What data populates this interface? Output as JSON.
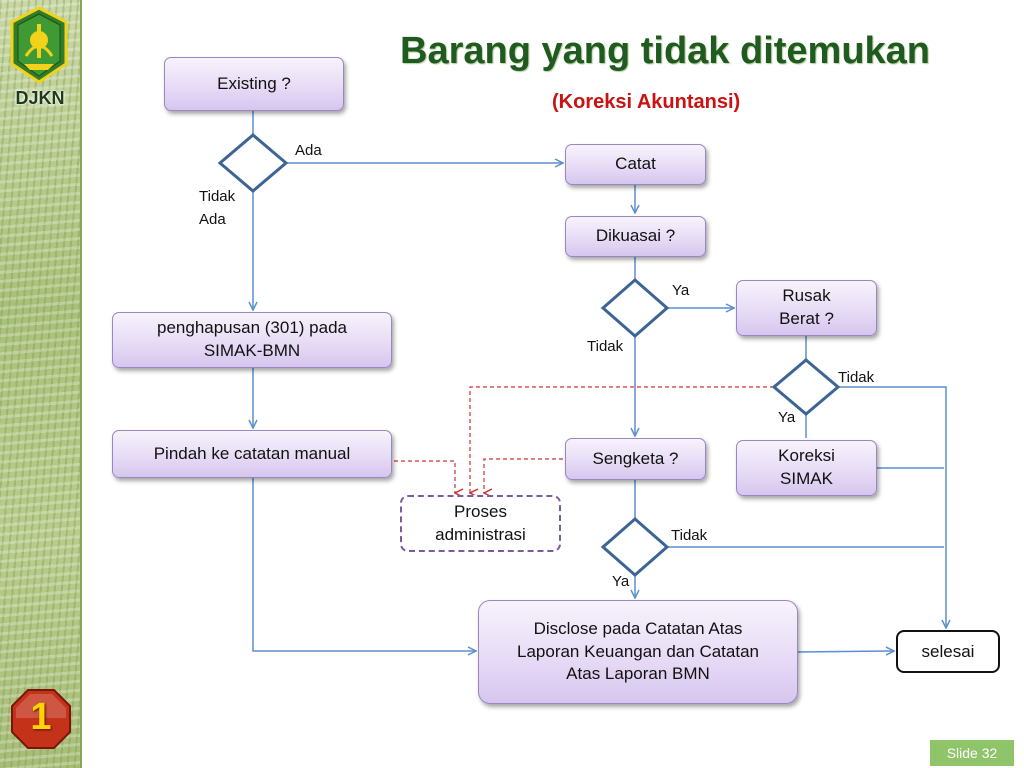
{
  "sidebar": {
    "org_label": "DJKN",
    "badge_number": "1"
  },
  "header": {
    "title": "Barang yang tidak ditemukan",
    "subtitle": "(Koreksi Akuntansi)"
  },
  "nodes": {
    "existing": "Existing ?",
    "catat": "Catat",
    "dikuasai": "Dikuasai ?",
    "rusak_line1": "Rusak",
    "rusak_line2": "Berat ?",
    "penghapusan_line1": "penghapusan (301) pada",
    "penghapusan_line2": "SIMAK-BMN",
    "pindah": "Pindah ke catatan manual",
    "sengketa": "Sengketa ?",
    "koreksi_line1": "Koreksi",
    "koreksi_line2": "SIMAK",
    "proses_line1": "Proses",
    "proses_line2": "administrasi",
    "disclose_line1": "Disclose pada Catatan Atas",
    "disclose_line2": "Laporan Keuangan dan Catatan",
    "disclose_line3": "Atas Laporan BMN",
    "selesai": "selesai"
  },
  "edge_labels": {
    "ada": "Ada",
    "tidak_ada_line1": "Tidak",
    "tidak_ada_line2": "Ada",
    "ya_dikuasai": "Ya",
    "tidak_dikuasai": "Tidak",
    "tidak_rusak": "Tidak",
    "ya_rusak": "Ya",
    "tidak_sengketa": "Tidak",
    "ya_sengketa": "Ya"
  },
  "footer": {
    "slide_label": "Slide 32"
  },
  "colors": {
    "connector": "#5b8fd0",
    "dashed_connector": "#d03030",
    "diamond_stroke": "#3c6494",
    "title_green": "#1f5b1f",
    "subtitle_red": "#cc1111"
  }
}
